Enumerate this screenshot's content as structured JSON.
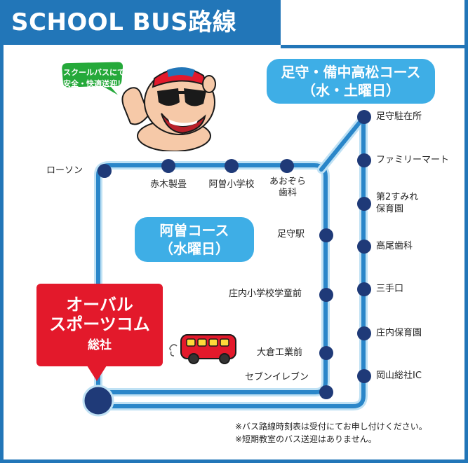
{
  "header": {
    "title": "SCHOOL BUS路線"
  },
  "mascot": {
    "speech": [
      "スクールバスにて",
      "安全・快適送迎！"
    ]
  },
  "start": {
    "line1": "オーバル",
    "line2": "スポーツコム",
    "line3": "総社"
  },
  "courses": {
    "aso": {
      "line1": "阿曽コース",
      "line2": "（水曜日）"
    },
    "ashimori": {
      "line1": "足守・備中高松コース",
      "line2": "（水・土曜日）"
    }
  },
  "stops": {
    "lawson": "ローソン",
    "akagi": "赤木製畳",
    "aso_school": "阿曽小学校",
    "aozora": [
      "あおぞら",
      "歯科"
    ],
    "ashimori_station": "足守駅",
    "shounai_gakudo": "庄内小学校学童前",
    "okura": "大倉工業前",
    "seven": "セブンイレブン",
    "ashimori_parking": "足守駐在所",
    "familymart": "ファミリーマート",
    "sumire": [
      "第2すみれ",
      "保育園"
    ],
    "takao": "高尾歯科",
    "mitekuchi": "三手口",
    "shounai_hoiku": "庄内保育園",
    "okayama_ic": "岡山総社IC"
  },
  "notes": [
    "※バス路線時刻表は受付にてお申し付けください。",
    "※短期教室のバス送迎はありません。"
  ],
  "colors": {
    "brand_blue": "#2276b8",
    "route_blue": "#2a86c9",
    "stop_navy": "#1f3a78",
    "course_pill": "#3eaee6",
    "start_red": "#e3192b",
    "bubble_green": "#25a93a"
  }
}
